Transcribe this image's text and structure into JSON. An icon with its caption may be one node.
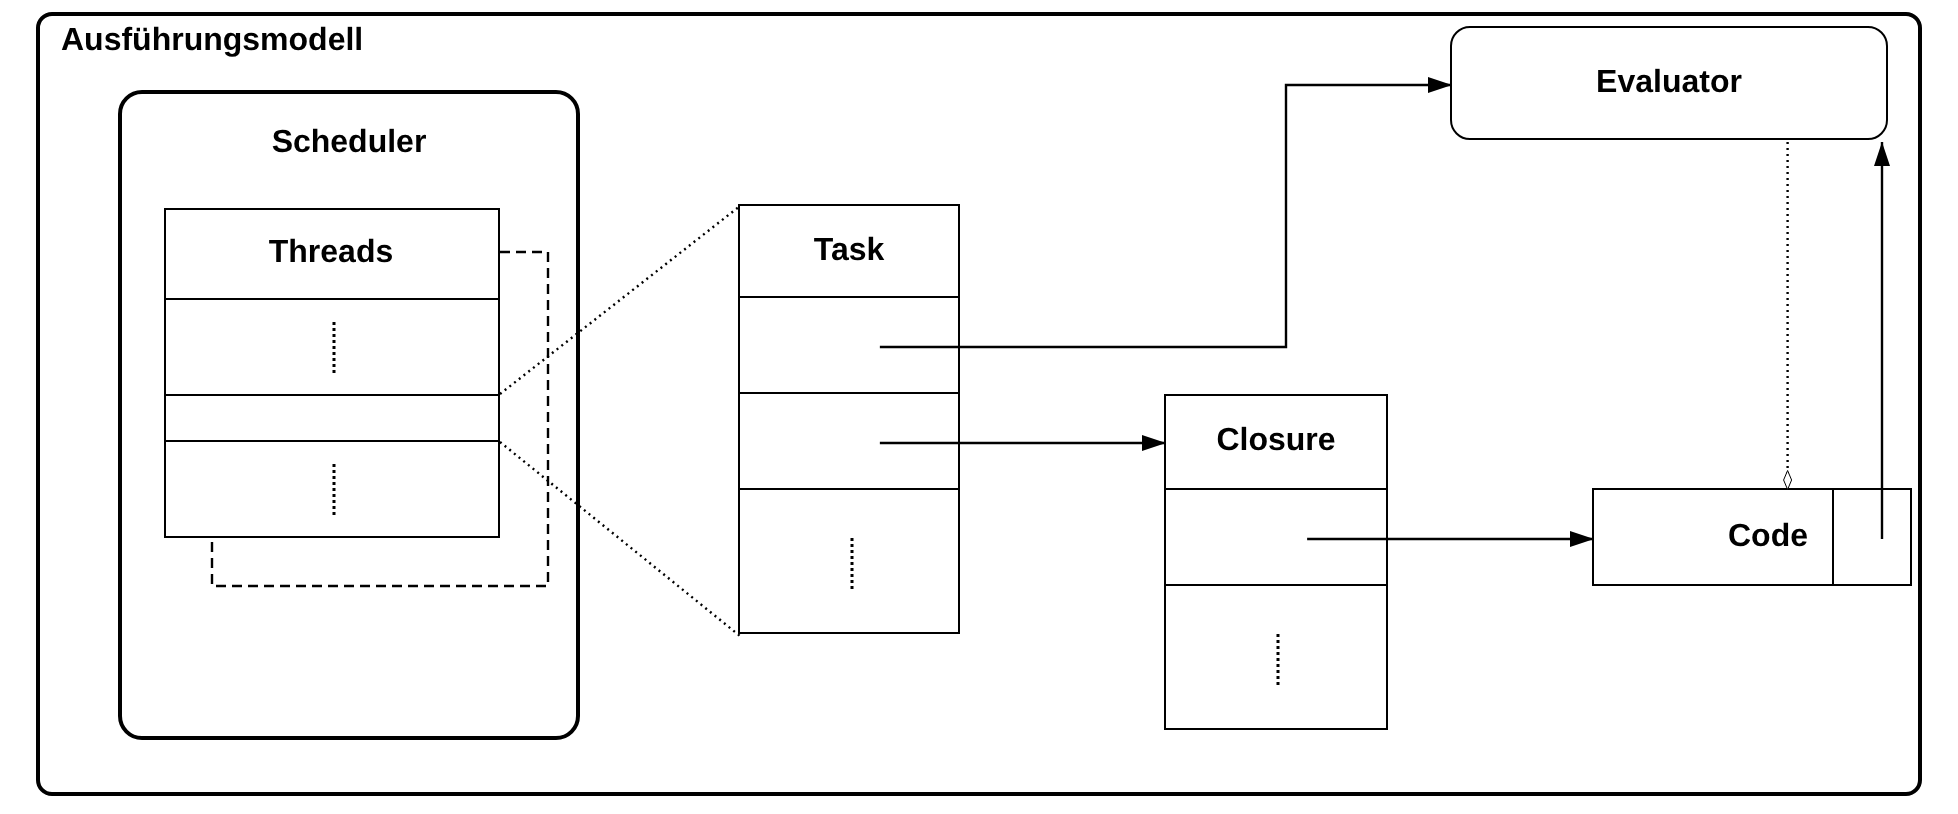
{
  "diagram": {
    "nodes": [
      {
        "text": [
          "Ausführungsmodell"
        ]
      },
      {
        "text": [
          "Scheduler"
        ],
        "in": 0
      },
      {
        "text": [
          "Threads"
        ],
        "in": 1
      },
      {
        "text": [],
        "shape": "box",
        "in": 1
      },
      {
        "text": [],
        "shape": "box",
        "in": 1
      },
      {
        "text": [],
        "shape": "box",
        "in": 1
      },
      {
        "text": [
          "Task"
        ],
        "in": 0
      },
      {
        "text": [],
        "shape": "box",
        "in": 0
      },
      {
        "text": [],
        "shape": "box",
        "in": 0
      },
      {
        "text": [],
        "shape": "box",
        "in": 0
      },
      {
        "text": [
          "Closure"
        ],
        "in": 0
      },
      {
        "text": [],
        "shape": "box",
        "in": 0
      },
      {
        "text": [],
        "shape": "box",
        "in": 0
      },
      {
        "text": [
          "Code"
        ],
        "in": 0
      },
      {
        "text": [],
        "shape": "box",
        "in": 0
      },
      {
        "text": [
          "Evaluator"
        ],
        "in": 0
      }
    ],
    "edges": [
      {
        "from": 4,
        "to": 6,
        "arrow": "none",
        "style": "dashed"
      },
      {
        "from": 4,
        "to": 9,
        "arrow": "none",
        "style": "dashed"
      },
      {
        "from": 7,
        "to": 15,
        "arrow": "to"
      },
      {
        "from": 8,
        "to": 10,
        "arrow": "to"
      },
      {
        "from": 11,
        "to": 13,
        "arrow": "to"
      },
      {
        "from": 14,
        "to": 15,
        "arrow": "to"
      },
      {
        "from": 15,
        "to": 13,
        "arrow": "other",
        "style": "dashed"
      }
    ]
  }
}
